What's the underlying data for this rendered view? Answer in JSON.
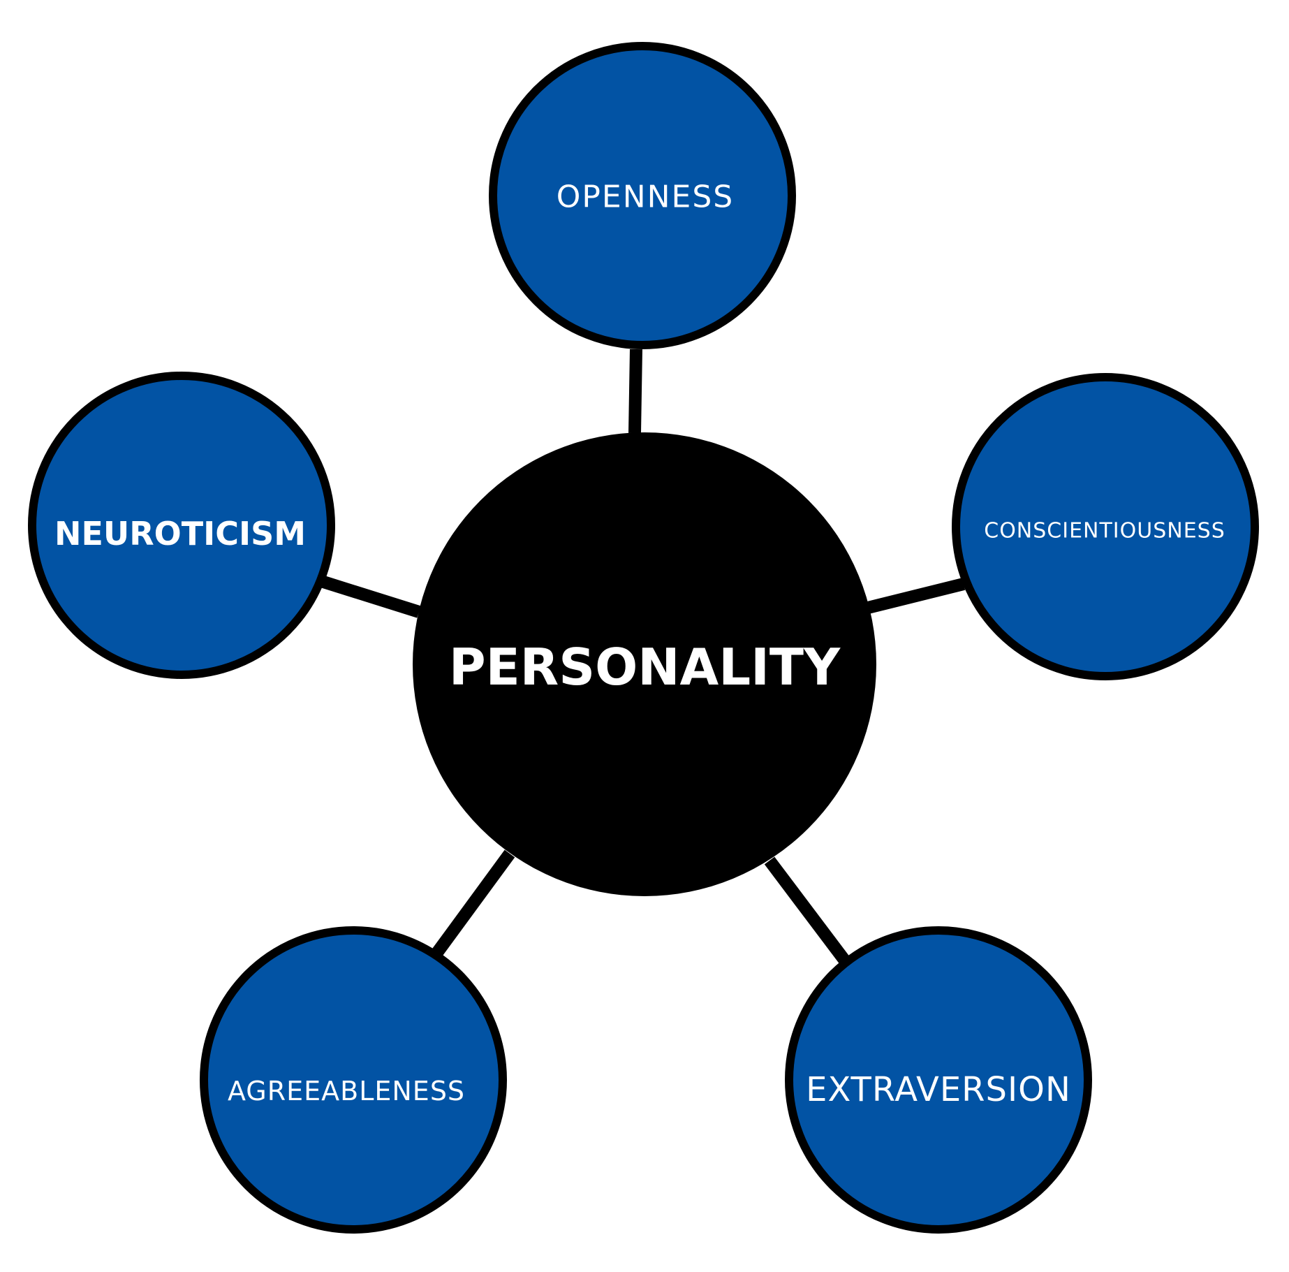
{
  "colors": {
    "node_fill": "#0253A4",
    "node_stroke": "#000000",
    "center_fill": "#000000",
    "text": "#FFFFFF",
    "background": "#FFFFFF"
  },
  "center": {
    "label": "PERSONALITY"
  },
  "nodes": [
    {
      "id": "openness",
      "label": "OPENNESS"
    },
    {
      "id": "conscientiousness",
      "label": "CONSCIENTIOUSNESS"
    },
    {
      "id": "extraversion",
      "label": "EXTRAVERSION"
    },
    {
      "id": "agreeableness",
      "label": "AGREEABLENESS"
    },
    {
      "id": "neuroticism",
      "label": "NEUROTICISM"
    }
  ]
}
